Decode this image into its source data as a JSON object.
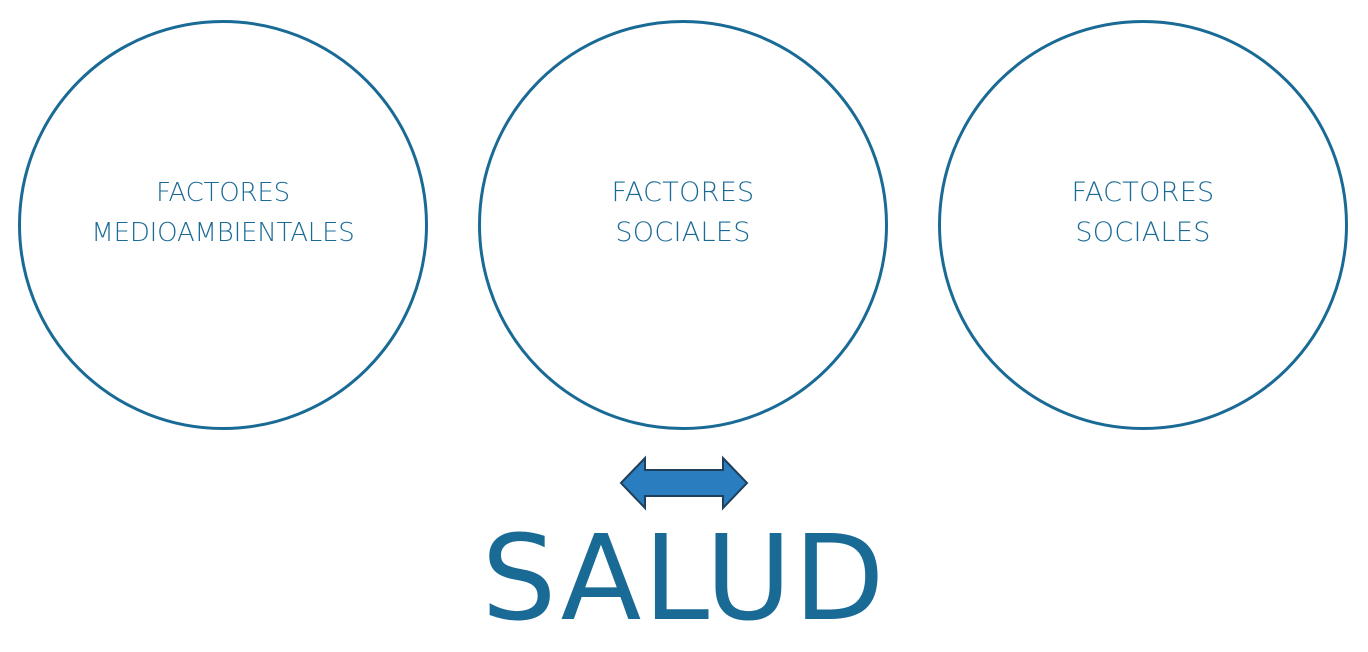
{
  "circles": [
    {
      "line1": "FACTORES",
      "line2": "MEDIOAMBIENTALES"
    },
    {
      "line1": "FACTORES",
      "line2": "SOCIALES"
    },
    {
      "line1": "FACTORES",
      "line2": "SOCIALES"
    }
  ],
  "main_title": "SALUD",
  "colors": {
    "primary": "#1a6a96",
    "arrow_fill": "#2a7ebf",
    "arrow_stroke": "#1f3f5a",
    "background": "#ffffff"
  },
  "icons": {
    "arrow": "double-headed-arrow-icon"
  }
}
